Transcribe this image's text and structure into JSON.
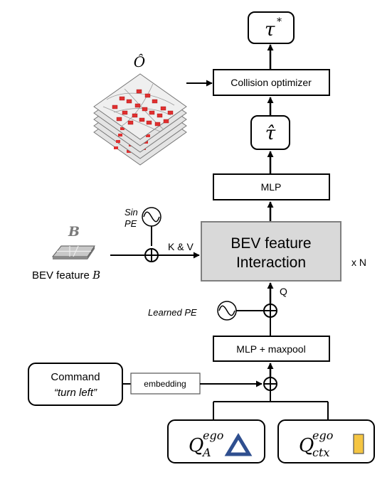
{
  "diagram": {
    "nodes": {
      "tau_star": {
        "symbol": "τ",
        "superscript": "*"
      },
      "collision_optimizer": {
        "label": "Collision optimizer"
      },
      "o_hat": {
        "symbol": "Ô"
      },
      "tau_hat": {
        "symbol": "τ̂"
      },
      "mlp": {
        "label": "MLP"
      },
      "sin_pe": {
        "line1": "Sin",
        "line2": "PE"
      },
      "b_label": {
        "symbol": "B"
      },
      "bev_feature": {
        "label": "BEV feature ",
        "symbol": "B"
      },
      "kv": {
        "label": "K & V"
      },
      "bev_interaction": {
        "line1": "BEV feature",
        "line2": "Interaction"
      },
      "repeat": {
        "label": "x N"
      },
      "q": {
        "label": "Q"
      },
      "learned_pe": {
        "label": "Learned PE"
      },
      "mlp_maxpool": {
        "label": "MLP + maxpool"
      },
      "command": {
        "line1": "Command",
        "line2": "“turn left”"
      },
      "embedding": {
        "label": "embedding"
      },
      "q_agent": {
        "base": "Q",
        "sup": "ego",
        "sub": "A"
      },
      "q_ctx": {
        "base": "Q",
        "sup": "ego",
        "sub": "ctx"
      }
    },
    "colors": {
      "line": "#000000",
      "interaction_fill": "#d9d9d9",
      "interaction_stroke": "#7f7f7f",
      "triangle": "#2f4f8f",
      "ctx_token": "#f5c542",
      "occupancy_red": "#e03030",
      "plane_grey": "#d0d0d0"
    }
  }
}
